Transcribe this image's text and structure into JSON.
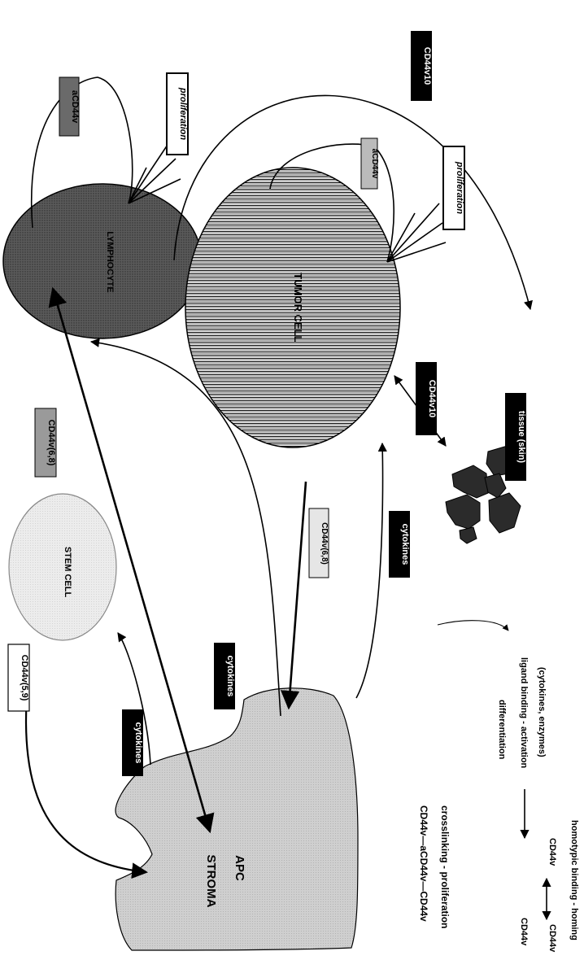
{
  "cells": {
    "lymphocyte": "LYMPHOCYTE",
    "tumor": "TUMOR CELL",
    "stem": "STEM CELL",
    "stroma_line1": "STROMA",
    "stroma_line2": "APC",
    "tissue": "tissue (skin)"
  },
  "labels": {
    "cd44v10_top": "CD44v10",
    "acd44v_lymph": "aCD44v",
    "proliferation_lymph": "proliferation",
    "acd44v_tumor": "aCD44v",
    "proliferation_tumor": "proliferation",
    "cd44v10_tissue": "CD44v10",
    "cd44v68_lymph": "CD44v(6,8)",
    "cd44v68_tumor": "CD44v(6,8)",
    "cd44v59": "CD44v(5,9)",
    "cytokines_stem": "cytokines",
    "cytokines_lymph": "cytokines",
    "cytokines_tumor": "cytokines"
  },
  "legend": {
    "crosslink_formula": "CD44v—aCD44v—CD44v",
    "crosslink_desc": "crosslinking - proliferation",
    "ligand_term": "CD44v",
    "ligand_desc": "ligand binding - activation",
    "ligand_sub": "(cytokines, enzymes)",
    "differentiation": "differentiation",
    "homotypic_left": "CD44v",
    "homotypic_right": "CD44v",
    "homotypic_desc": "homotypic binding - homing"
  }
}
